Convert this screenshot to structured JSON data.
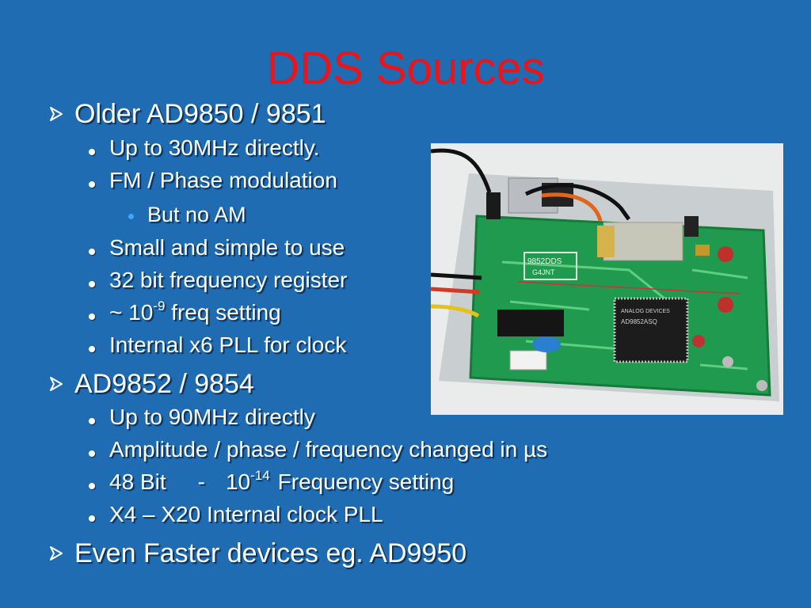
{
  "slide": {
    "title": "DDS Sources",
    "sections": [
      {
        "heading": "Older AD9850 / 9851",
        "items": [
          "Up to 30MHz directly.",
          "FM / Phase modulation",
          "But no AM",
          "Small and simple to use",
          "32 bit frequency register",
          {
            "prefix": "~ 10",
            "exp": "-9",
            "suffix": " freq setting"
          },
          "Internal x6 PLL for clock"
        ]
      },
      {
        "heading": "AD9852 / 9854",
        "items": [
          "Up to 90MHz directly",
          "Amplitude / phase / frequency changed in µs",
          {
            "prefix": "48 Bit",
            "dash": "-",
            "base": "10",
            "exp": "-14",
            "suffix": "Frequency setting"
          },
          "X4 – X20 Internal clock PLL"
        ]
      },
      {
        "heading": "Even Faster devices eg. AD9950"
      }
    ],
    "photo_chip_labels": {
      "board": "9852DDS",
      "board_sub": "G4JNT",
      "ic_brand": "ANALOG DEVICES",
      "ic_part": "AD9852ASQ"
    },
    "colors": {
      "background": "#1f6cb3",
      "title": "#e8151b",
      "text": "#ffffff",
      "subbullet": "#3fa6ff",
      "arrow": "#ffffff"
    }
  }
}
